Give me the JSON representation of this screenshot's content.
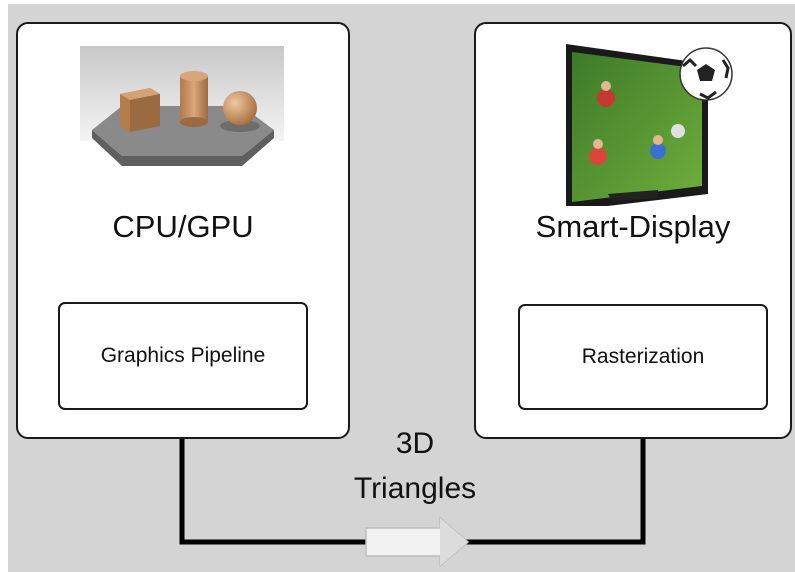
{
  "left_panel": {
    "title": "CPU/GPU",
    "stage_label": "Graphics Pipeline",
    "illustration": "3d-primitives-icon"
  },
  "right_panel": {
    "title": "Smart-Display",
    "stage_label": "Rasterization",
    "illustration": "3d-display-soccer-icon"
  },
  "connector": {
    "label_line1": "3D",
    "label_line2": "Triangles"
  },
  "colors": {
    "background": "#d4d4d4",
    "panel": "#ffffff",
    "border": "#1a1a1a",
    "arrow_fill": "#f2f2f2"
  }
}
